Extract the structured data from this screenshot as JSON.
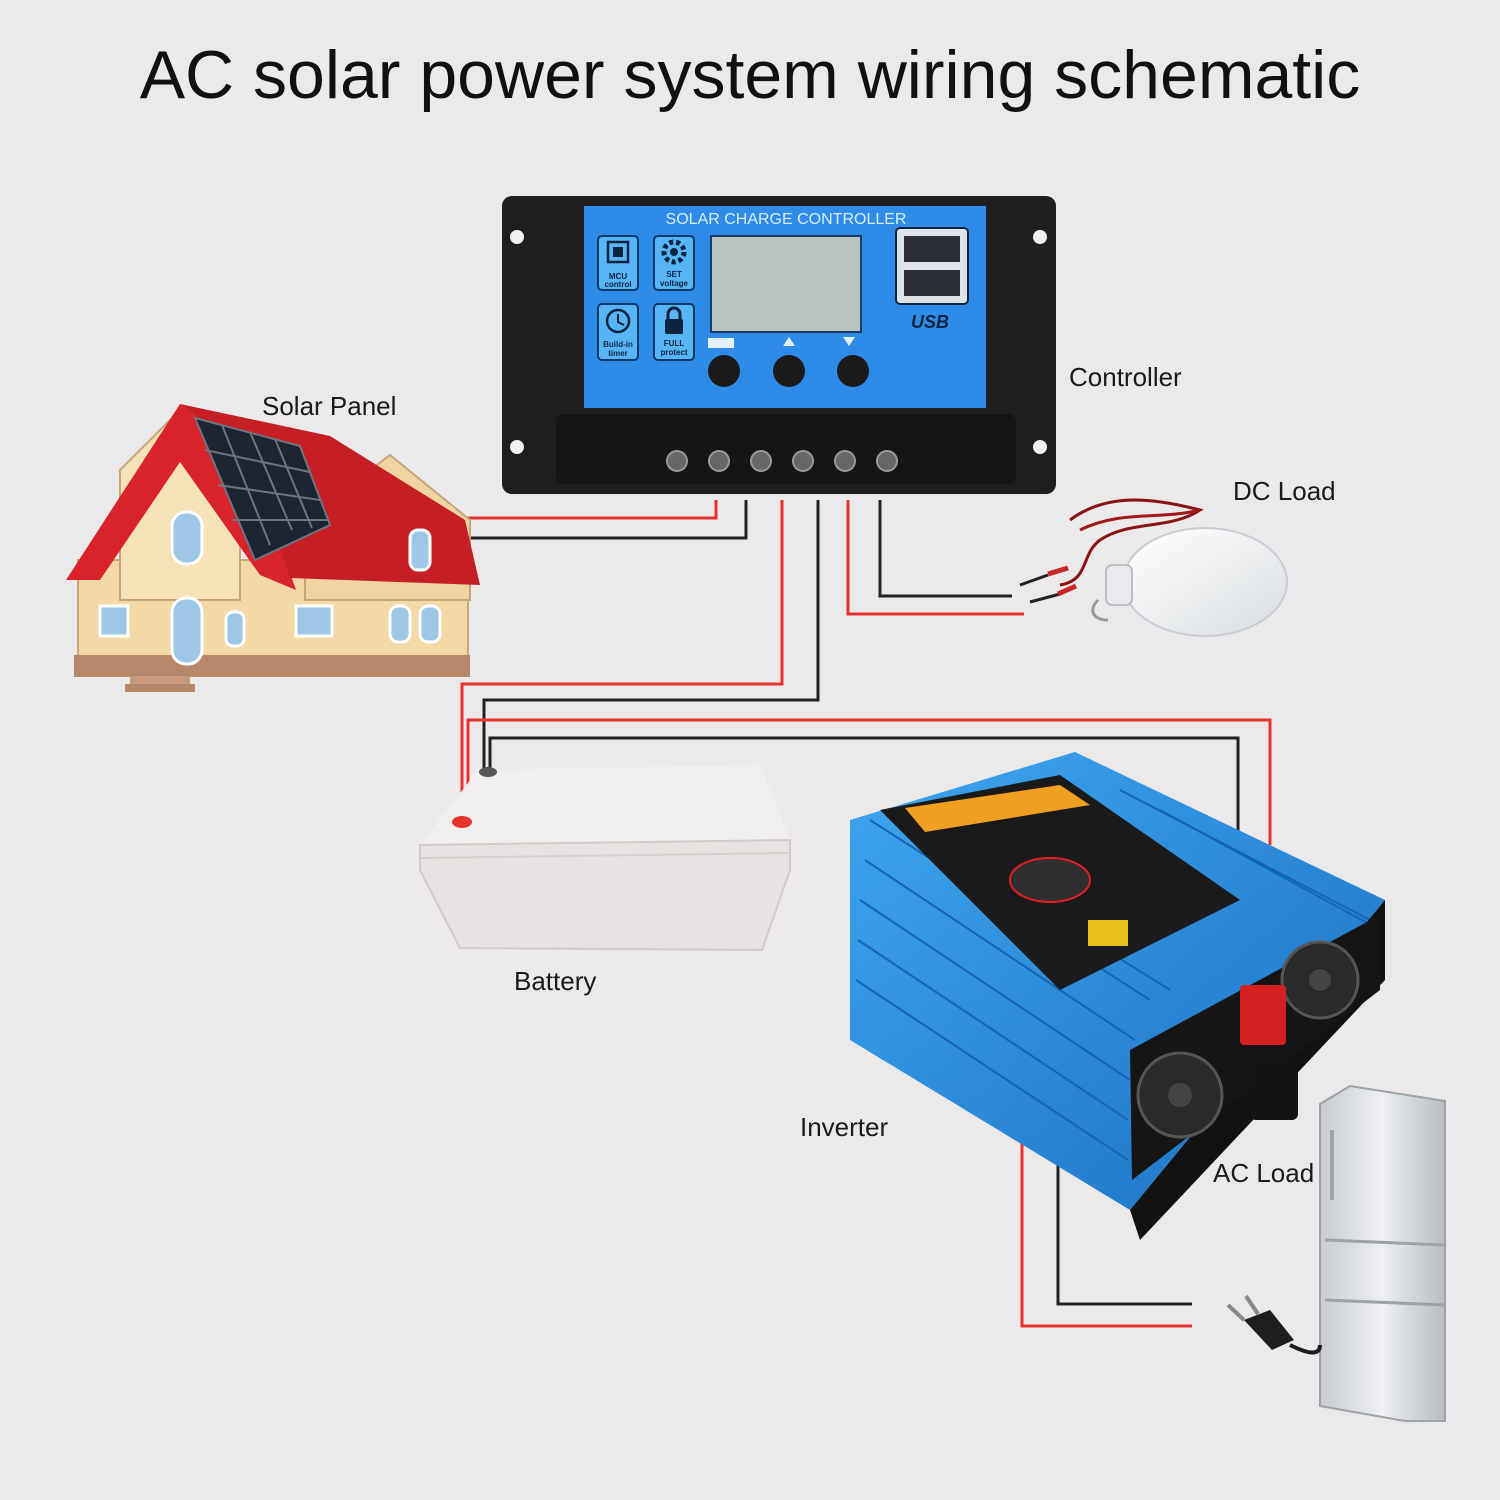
{
  "title": "AC solar power system wiring schematic",
  "labels": {
    "solar_panel": "Solar Panel",
    "controller": "Controller",
    "dc_load": "DC Load",
    "battery": "Battery",
    "inverter": "Inverter",
    "ac_load": "AC Load"
  },
  "controller": {
    "header": "SOLAR CHARGE CONTROLLER",
    "icons": [
      {
        "name": "mcu-icon",
        "label1": "MCU",
        "label2": "control"
      },
      {
        "name": "gear-icon",
        "label1": "SET",
        "label2": "voltage"
      },
      {
        "name": "clock-icon",
        "label1": "Build-in",
        "label2": "timer"
      },
      {
        "name": "lock-icon",
        "label1": "FULL",
        "label2": "protect"
      }
    ],
    "usb_label": "USB"
  },
  "colors": {
    "wire_positive": "#e8322e",
    "wire_negative": "#222222",
    "controller_panel": "#2f8be8",
    "inverter_body": "#2a8fe0",
    "roof": "#d8232a",
    "house_wall": "#f3d9a6"
  }
}
